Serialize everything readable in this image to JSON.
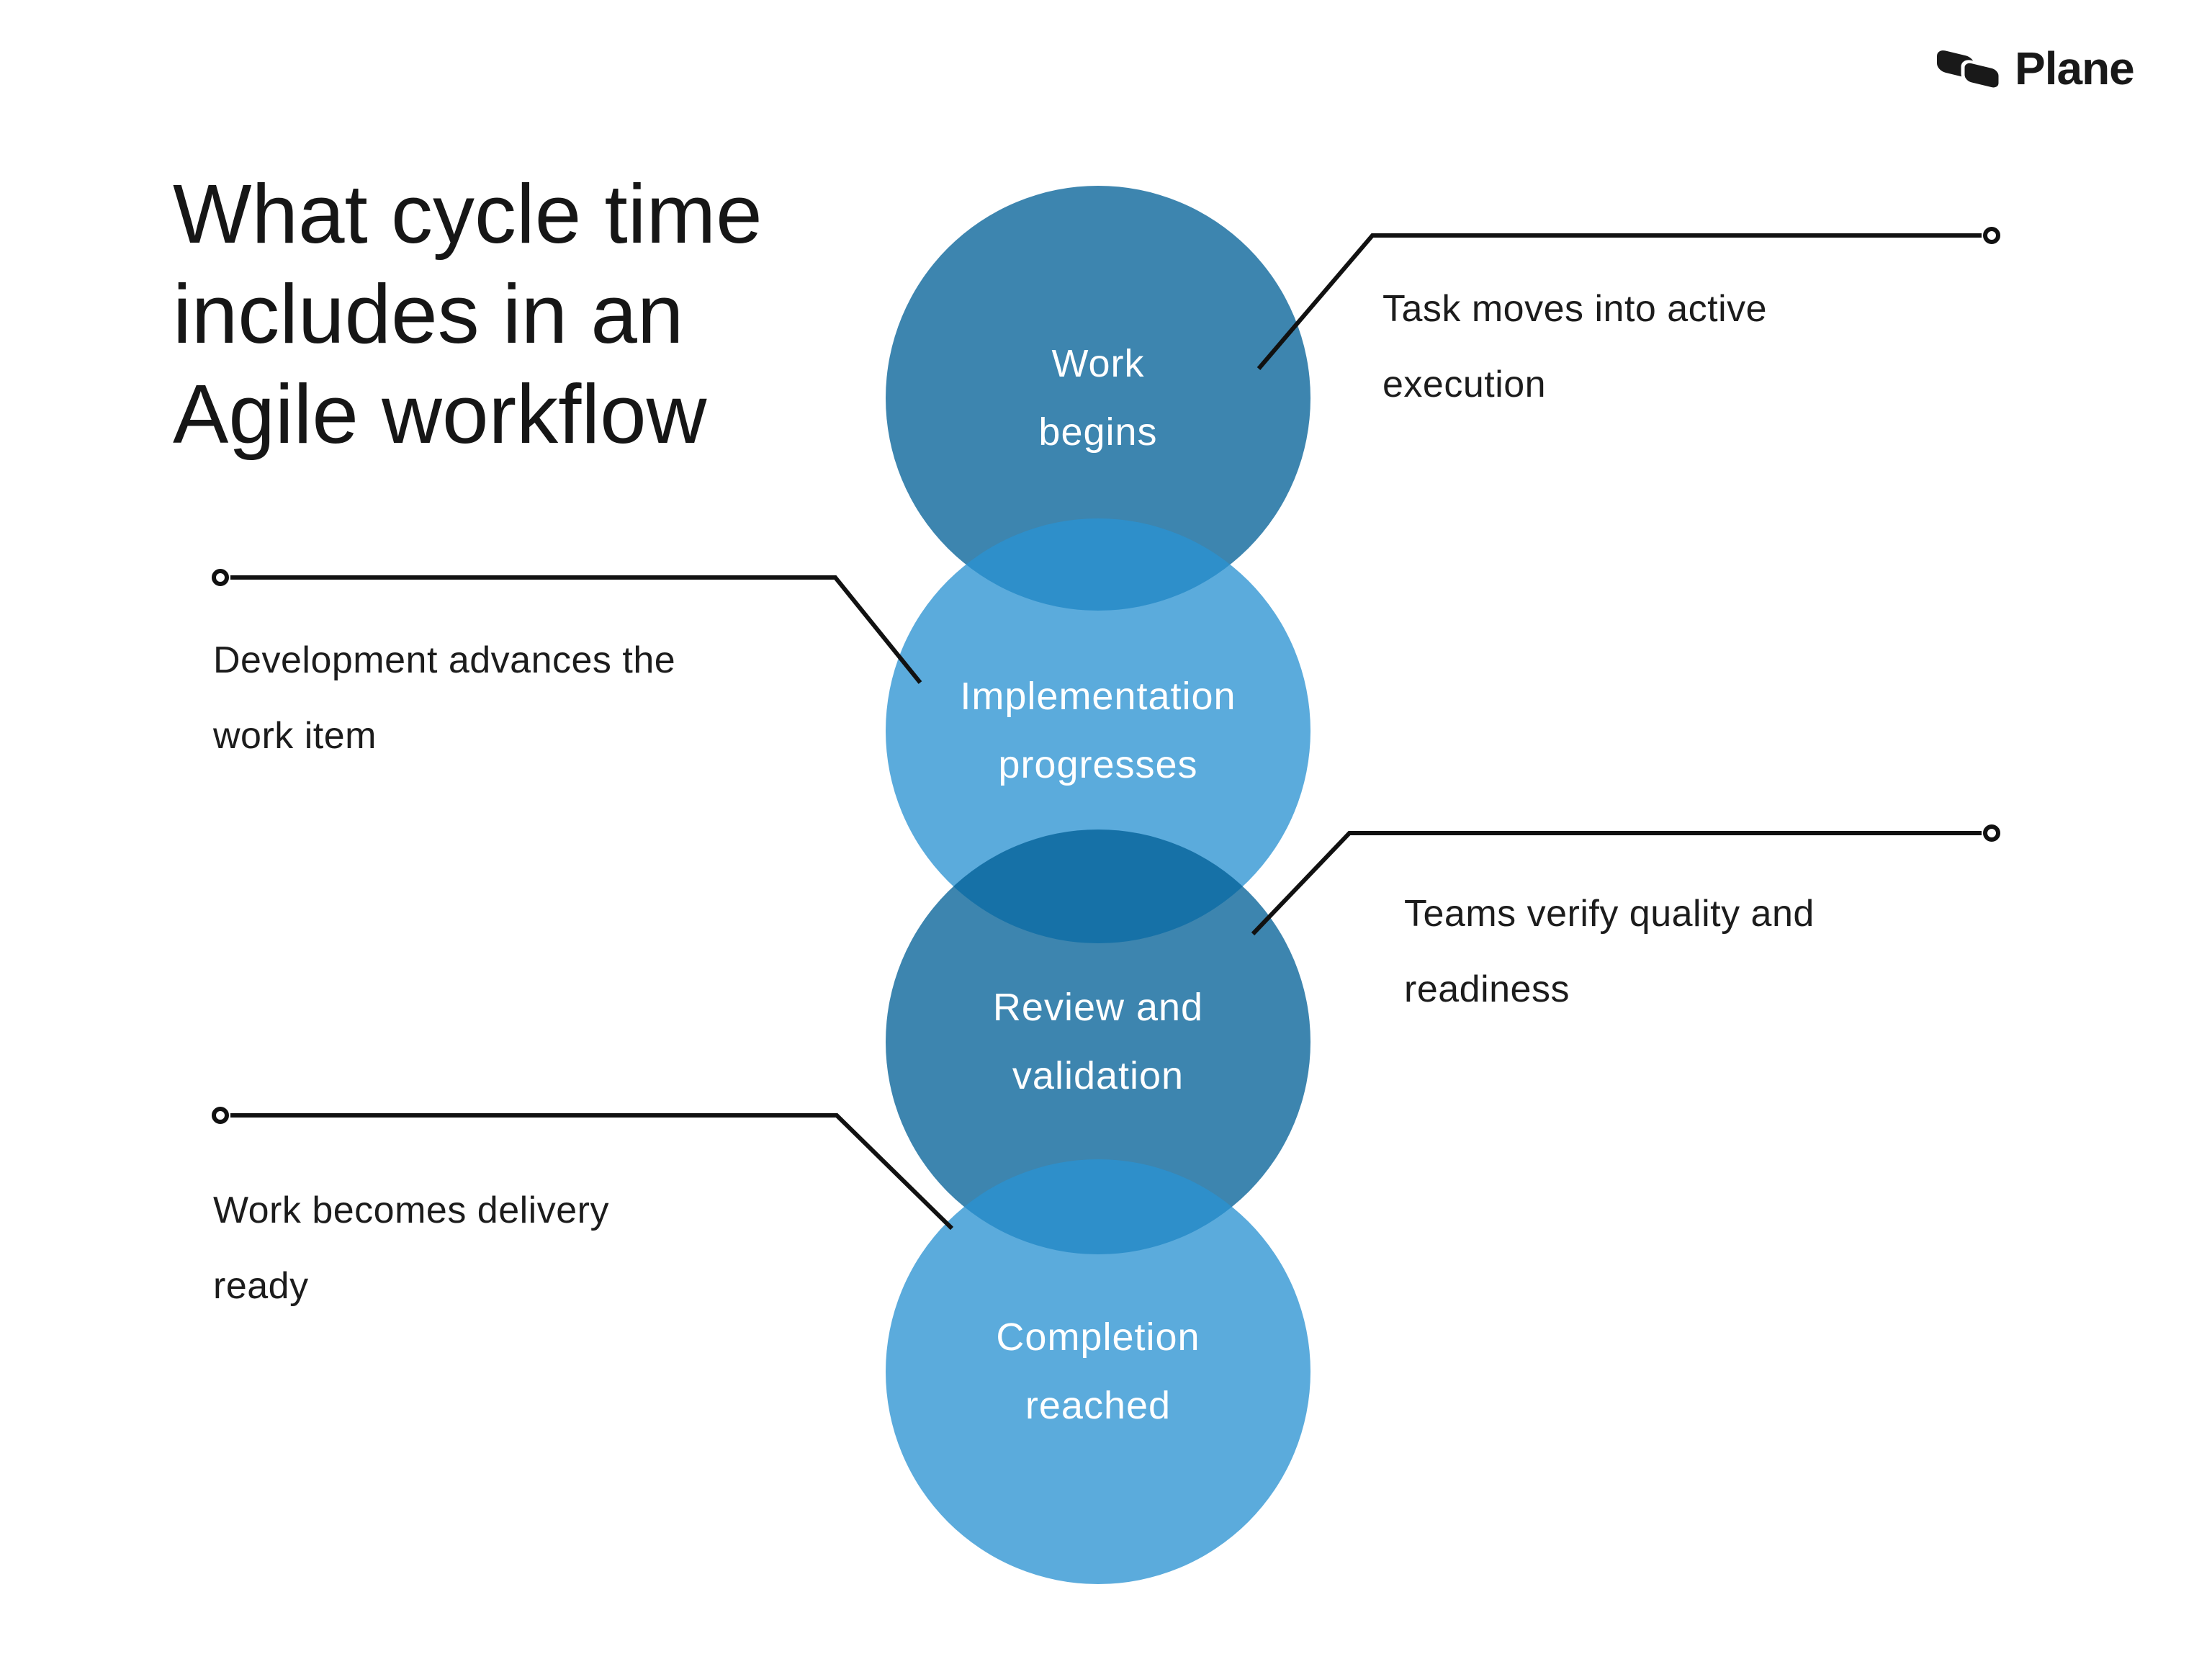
{
  "title": {
    "lines": [
      "What cycle time",
      "includes in an",
      "Agile workflow"
    ]
  },
  "brand": {
    "name": "Plane"
  },
  "colors": {
    "background": "#ffffff",
    "title_text": "#161616",
    "annotation_text": "#1c1c1c",
    "connector_line": "#111111",
    "circle_label_text": "#ffffff",
    "stage_dark_rendered": "#3E86B0",
    "stage_light_rendered": "#5BABDC",
    "overlap_dark_over_light": "#1671A7",
    "overlap_light_over_dark": "#2E8FCA"
  },
  "stages": [
    {
      "id": "work-begins",
      "tone": "dark",
      "fill": "rgba(0,95,150,0.76)",
      "lines": [
        "Work",
        "begins"
      ]
    },
    {
      "id": "implementation-progresses",
      "tone": "light",
      "fill": "rgba(42,146,210,0.77)",
      "lines": [
        "Implementation",
        "progresses"
      ]
    },
    {
      "id": "review-and-validation",
      "tone": "dark",
      "fill": "rgba(0,95,150,0.76)",
      "lines": [
        "Review and",
        "validation"
      ]
    },
    {
      "id": "completion-reached",
      "tone": "light",
      "fill": "rgba(42,146,210,0.77)",
      "lines": [
        "Completion",
        "reached"
      ]
    }
  ],
  "annotations": [
    {
      "id": "task-moves-into-active-execution",
      "side": "right",
      "lines": [
        "Task moves into active",
        "execution"
      ]
    },
    {
      "id": "development-advances-the-work-item",
      "side": "left",
      "lines": [
        "Development advances the",
        "work item"
      ]
    },
    {
      "id": "teams-verify-quality-and-readiness",
      "side": "right",
      "lines": [
        "Teams verify quality and",
        "readiness"
      ]
    },
    {
      "id": "work-becomes-delivery-ready",
      "side": "left",
      "lines": [
        "Work becomes delivery",
        "ready"
      ]
    }
  ]
}
